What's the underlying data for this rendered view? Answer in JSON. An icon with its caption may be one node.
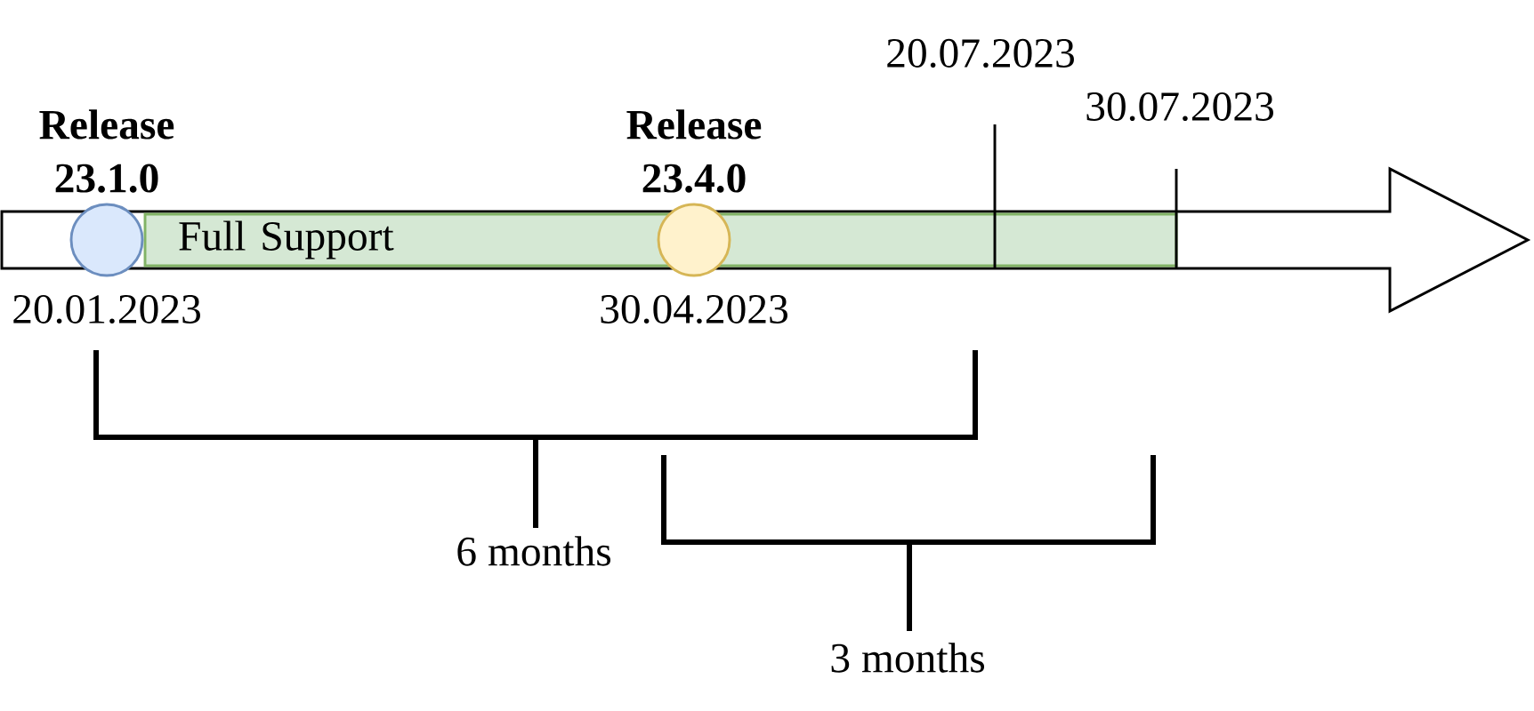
{
  "diagram": {
    "nodes": [
      {
        "text": [
          "Full Support"
        ]
      },
      {
        "text": [
          "Release 23.1.0"
        ],
        "beside": [
          "20.01.2023"
        ]
      },
      {
        "text": [
          "Release 23.4.0"
        ],
        "beside": [
          "30.04.2023"
        ]
      }
    ],
    "labels": [
      "20.07.2023",
      "30.07.2023",
      "6 months",
      "3 months"
    ]
  }
}
